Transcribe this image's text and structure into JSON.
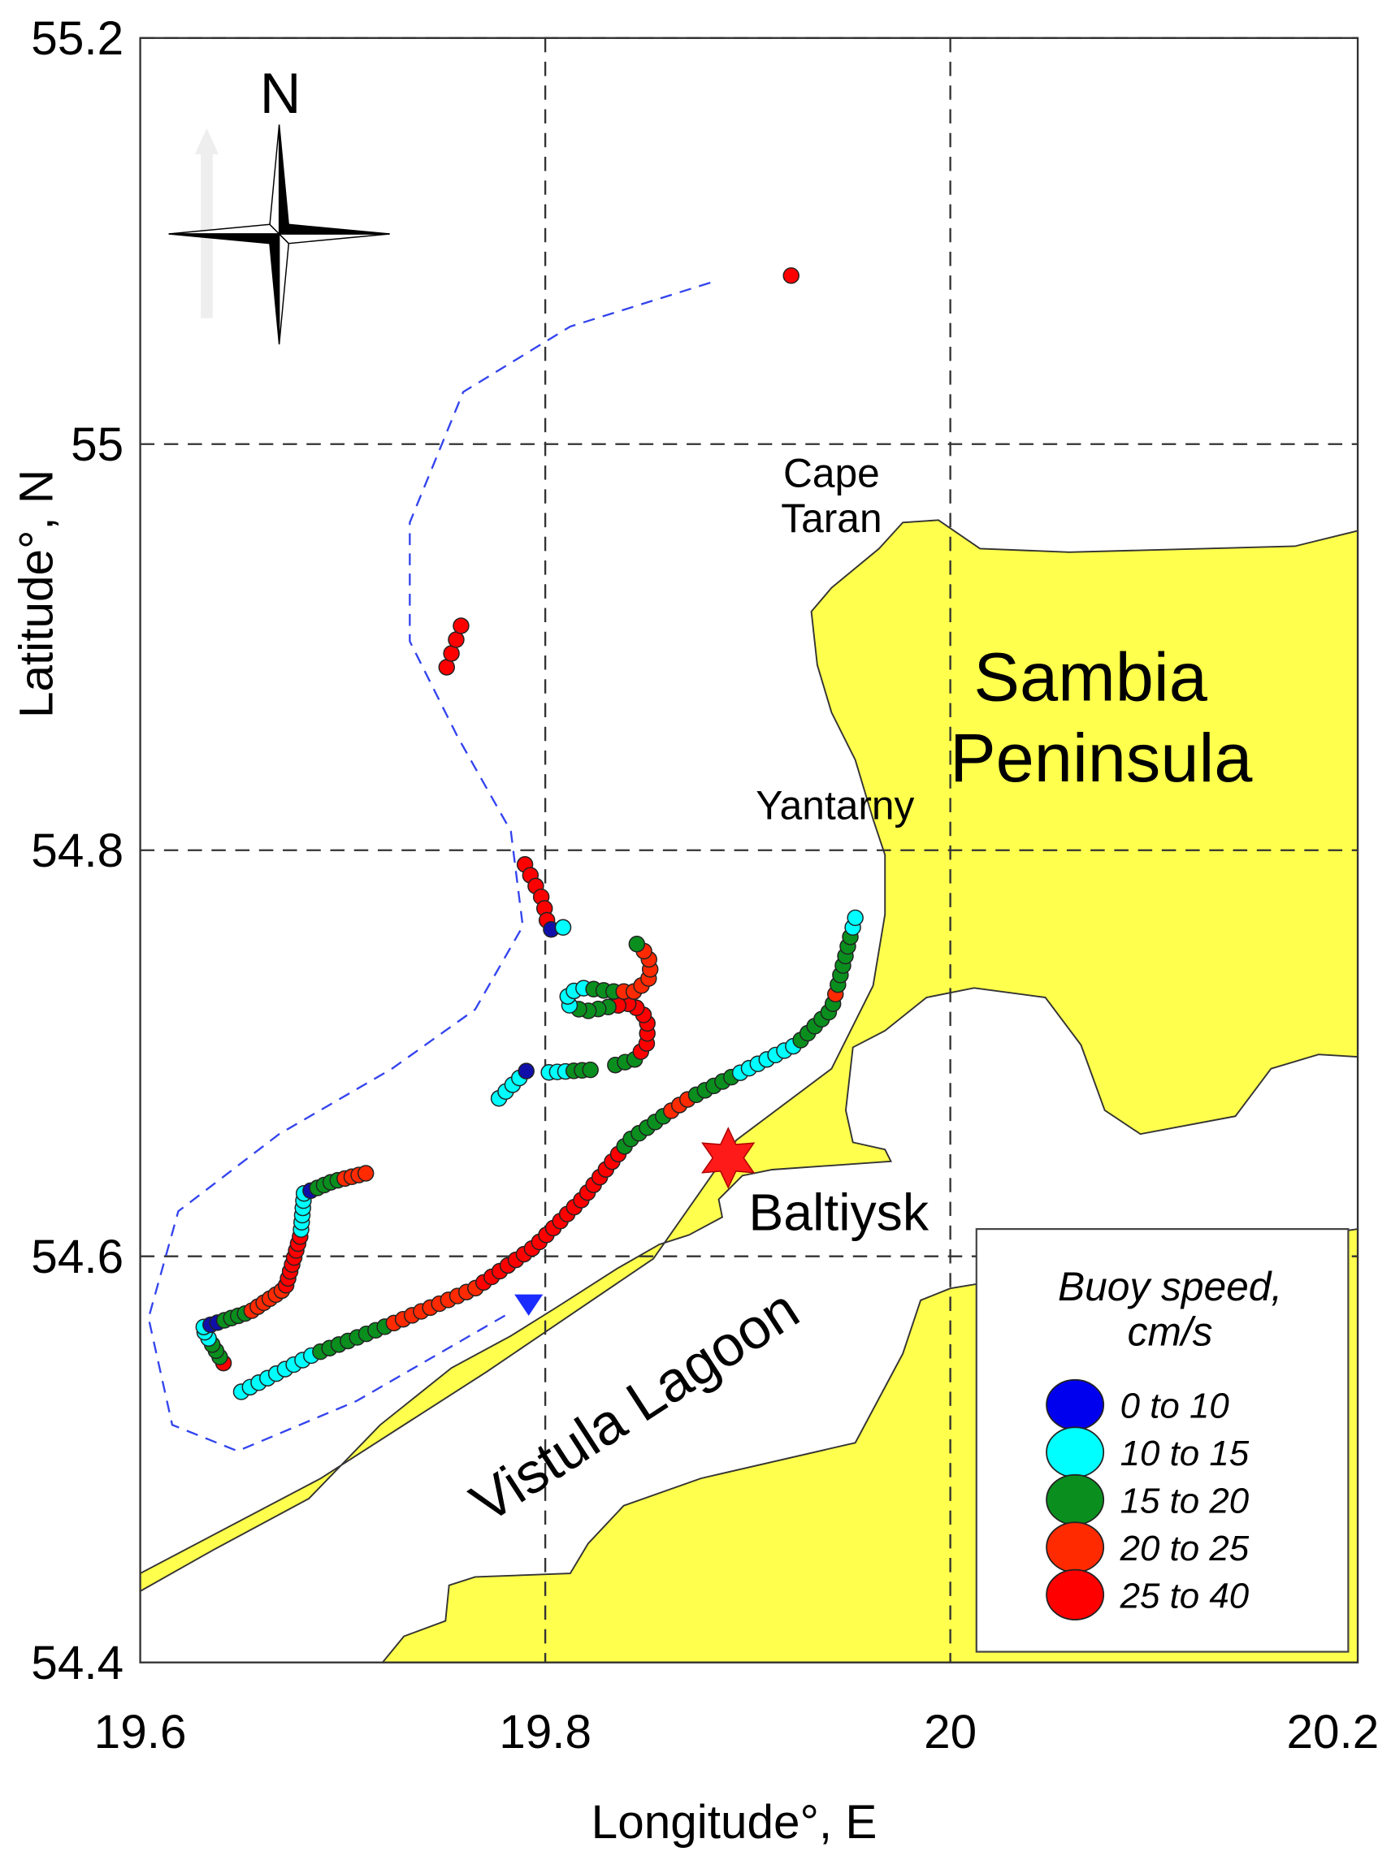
{
  "chart_data": {
    "type": "scatter",
    "title": "",
    "xlabel": "Longitude°, E",
    "ylabel": "Latitude°, N",
    "xlim": [
      19.6,
      20.2
    ],
    "ylim": [
      54.4,
      55.2
    ],
    "x_ticks": [
      "19.6",
      "19.8",
      "20",
      "20.2"
    ],
    "y_ticks": [
      "54.4",
      "54.6",
      "54.8",
      "55",
      "55.2"
    ],
    "grid": true,
    "legend": {
      "title_line1": "Buoy speed,",
      "title_line2": "cm/s",
      "placement": "bottom-right",
      "classes": [
        {
          "key": "b",
          "label": "0  to  10",
          "color": "#0000ee"
        },
        {
          "key": "c",
          "label": "10  to  15",
          "color": "#00ffff"
        },
        {
          "key": "g",
          "label": "15  to  20",
          "color": "#0a8f1e"
        },
        {
          "key": "o",
          "label": "20  to  25",
          "color": "#ff2a00"
        },
        {
          "key": "r",
          "label": "25  to  40",
          "color": "#ff0000"
        }
      ]
    },
    "tracks": [
      {
        "name": "main-track",
        "path": [
          [
            19.6499,
            54.5333
          ],
          [
            19.6862,
            54.552
          ],
          [
            19.7243,
            54.5667
          ],
          [
            19.7654,
            54.5842
          ],
          [
            19.7947,
            54.6047
          ],
          [
            19.8182,
            54.6281
          ],
          [
            19.8416,
            54.6573
          ],
          [
            19.871,
            54.6778
          ],
          [
            19.8944,
            54.6895
          ],
          [
            19.9238,
            54.7041
          ],
          [
            19.9413,
            54.7216
          ],
          [
            19.9531,
            54.7667
          ]
        ],
        "runs": [
          [
            "c",
            9
          ],
          [
            "g",
            8
          ],
          [
            "o",
            10
          ],
          [
            "r",
            20
          ],
          [
            "g",
            6
          ],
          [
            "o",
            3
          ],
          [
            "g",
            5
          ],
          [
            "c",
            7
          ],
          [
            "g",
            6
          ],
          [
            "o",
            1
          ],
          [
            "g",
            6
          ],
          [
            "c",
            2
          ]
        ]
      },
      {
        "name": "hook-track",
        "path": [
          [
            19.6411,
            54.5474
          ],
          [
            19.6305,
            54.5649
          ],
          [
            19.654,
            54.5725
          ],
          [
            19.6716,
            54.5842
          ],
          [
            19.6792,
            54.6105
          ],
          [
            19.6809,
            54.631
          ],
          [
            19.695,
            54.6368
          ],
          [
            19.7114,
            54.6409
          ]
        ],
        "runs": [
          [
            "r",
            1
          ],
          [
            "g",
            3
          ],
          [
            "c",
            3
          ],
          [
            "b",
            2
          ],
          [
            "g",
            4
          ],
          [
            "o",
            6
          ],
          [
            "r",
            8
          ],
          [
            "c",
            6
          ],
          [
            "b",
            1
          ],
          [
            "g",
            4
          ],
          [
            "o",
            4
          ]
        ]
      },
      {
        "name": "north-track",
        "path": [
          [
            19.7513,
            54.8901
          ],
          [
            19.7584,
            54.9105
          ]
        ],
        "runs": [
          [
            "r",
            4
          ]
        ]
      },
      {
        "name": "mid-track-a",
        "path": [
          [
            19.79,
            54.793
          ],
          [
            19.7988,
            54.7754
          ],
          [
            19.8018,
            54.7608
          ],
          [
            19.8088,
            54.762
          ]
        ],
        "runs": [
          [
            "r",
            6
          ],
          [
            "b",
            1
          ],
          [
            "c",
            1
          ]
        ]
      },
      {
        "name": "mid-track-b",
        "path": [
          [
            19.7771,
            54.6778
          ],
          [
            19.7906,
            54.6912
          ]
        ],
        "runs": [
          [
            "c",
            4
          ],
          [
            "b",
            1
          ]
        ]
      },
      {
        "name": "mid-track-c",
        "path": [
          [
            19.8018,
            54.6906
          ],
          [
            19.8223,
            54.6918
          ]
        ],
        "runs": [
          [
            "c",
            3
          ],
          [
            "g",
            3
          ]
        ]
      },
      {
        "name": "s-track",
        "path": [
          [
            19.8346,
            54.6942
          ],
          [
            19.8446,
            54.6971
          ],
          [
            19.8504,
            54.7053
          ],
          [
            19.8504,
            54.717
          ],
          [
            19.8428,
            54.7246
          ],
          [
            19.8311,
            54.7228
          ],
          [
            19.8194,
            54.7205
          ],
          [
            19.8111,
            54.724
          ],
          [
            19.8111,
            54.7298
          ],
          [
            19.8194,
            54.7322
          ],
          [
            19.8328,
            54.7304
          ],
          [
            19.8446,
            54.7304
          ],
          [
            19.8522,
            54.738
          ],
          [
            19.851,
            54.748
          ],
          [
            19.8452,
            54.7538
          ]
        ],
        "runs": [
          [
            "g",
            3
          ],
          [
            "r",
            8
          ],
          [
            "g",
            4
          ],
          [
            "c",
            4
          ],
          [
            "g",
            3
          ],
          [
            "o",
            7
          ],
          [
            "g",
            1
          ]
        ]
      },
      {
        "name": "single-point",
        "path": [
          [
            19.9214,
            55.083
          ]
        ],
        "runs": [
          [
            "r",
            1
          ]
        ]
      }
    ],
    "dashed_route": [
      [
        19.8815,
        55.0795
      ],
      [
        19.8123,
        55.0579
      ],
      [
        19.7595,
        55.0257
      ],
      [
        19.7331,
        54.9614
      ],
      [
        19.7331,
        54.9029
      ],
      [
        19.7566,
        54.8561
      ],
      [
        19.783,
        54.8094
      ],
      [
        19.7889,
        54.7626
      ],
      [
        19.7654,
        54.7216
      ],
      [
        19.7243,
        54.6924
      ],
      [
        19.6686,
        54.6602
      ],
      [
        19.6188,
        54.6222
      ],
      [
        19.6041,
        54.5696
      ],
      [
        19.6158,
        54.517
      ],
      [
        19.6481,
        54.5041
      ],
      [
        19.7067,
        54.5287
      ],
      [
        19.783,
        54.5725
      ]
    ],
    "route_end_marker": [
      19.7918,
      54.5754
    ],
    "baltiysk_star": [
      19.8903,
      54.6485
    ]
  },
  "labels": {
    "north": "N",
    "cape_line1": "Cape",
    "cape_line2": "Taran",
    "sambia_line1": "Sambia",
    "sambia_line2": "Peninsula",
    "yantarny": "Yantarny",
    "baltiysk": "Baltiysk",
    "vistula": "Vistula Lagoon"
  }
}
